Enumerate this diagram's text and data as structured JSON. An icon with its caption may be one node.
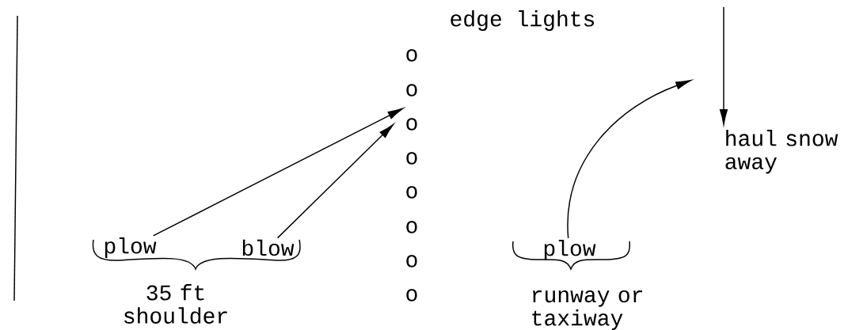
{
  "diagram": {
    "nodes": [
      {
        "text": [
          "plow"
        ]
      },
      {
        "text": [
          "blow"
        ]
      },
      {
        "text": [
          "plow"
        ]
      },
      {
        "text": [
          "haul snow away"
        ]
      }
    ],
    "edges": [
      {
        "from": 0,
        "to": null,
        "arrow": "to"
      },
      {
        "from": 1,
        "to": null,
        "arrow": "to"
      },
      {
        "from": 2,
        "to": null,
        "arrow": "to"
      },
      {
        "from": null,
        "to": 3,
        "arrow": "to"
      }
    ],
    "labels": [
      "edge lights",
      "o",
      "o",
      "o",
      "o",
      "o",
      "o",
      "o",
      "o",
      "35 ft shoulder",
      "runway or taxiway"
    ]
  }
}
